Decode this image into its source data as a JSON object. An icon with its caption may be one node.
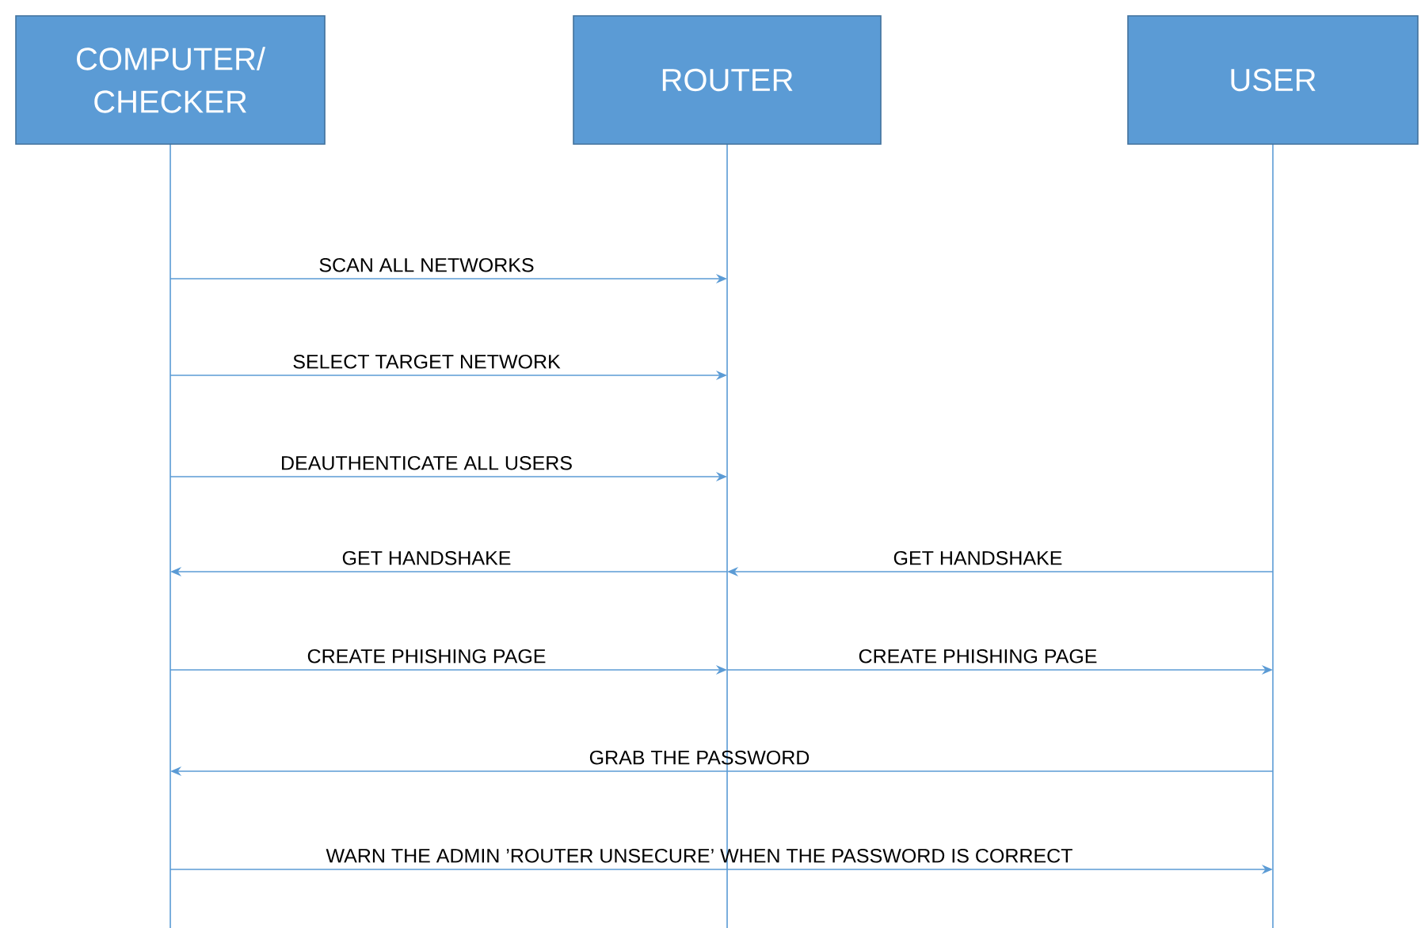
{
  "diagram": {
    "nodes": [
      {
        "text": [
          "COMPUTER/ CHECKER"
        ]
      },
      {
        "text": [
          "ROUTER"
        ]
      },
      {
        "text": [
          "USER"
        ]
      }
    ],
    "edges": [
      {
        "from": 0,
        "to": 1,
        "arrow": "to",
        "label": "SCAN ALL NETWORKS"
      },
      {
        "from": 0,
        "to": 1,
        "arrow": "to",
        "label": "SELECT TARGET NETWORK"
      },
      {
        "from": 0,
        "to": 1,
        "arrow": "to",
        "label": "DEAUTHENTICATE ALL USERS"
      },
      {
        "from": 1,
        "to": 0,
        "arrow": "to",
        "label": "GET HANDSHAKE"
      },
      {
        "from": 2,
        "to": 1,
        "arrow": "to",
        "label": "GET HANDSHAKE"
      },
      {
        "from": 0,
        "to": 1,
        "arrow": "to",
        "label": "CREATE PHISHING PAGE"
      },
      {
        "from": 1,
        "to": 2,
        "arrow": "to",
        "label": "CREATE PHISHING PAGE"
      },
      {
        "from": 2,
        "to": 0,
        "arrow": "to",
        "label": "GRAB THE PASSWORD"
      },
      {
        "from": 0,
        "to": 2,
        "arrow": "to",
        "label": "WARN THE ADMIN ’ROUTER UNSECURE’ WHEN THE PASSWORD IS CORRECT"
      }
    ]
  }
}
